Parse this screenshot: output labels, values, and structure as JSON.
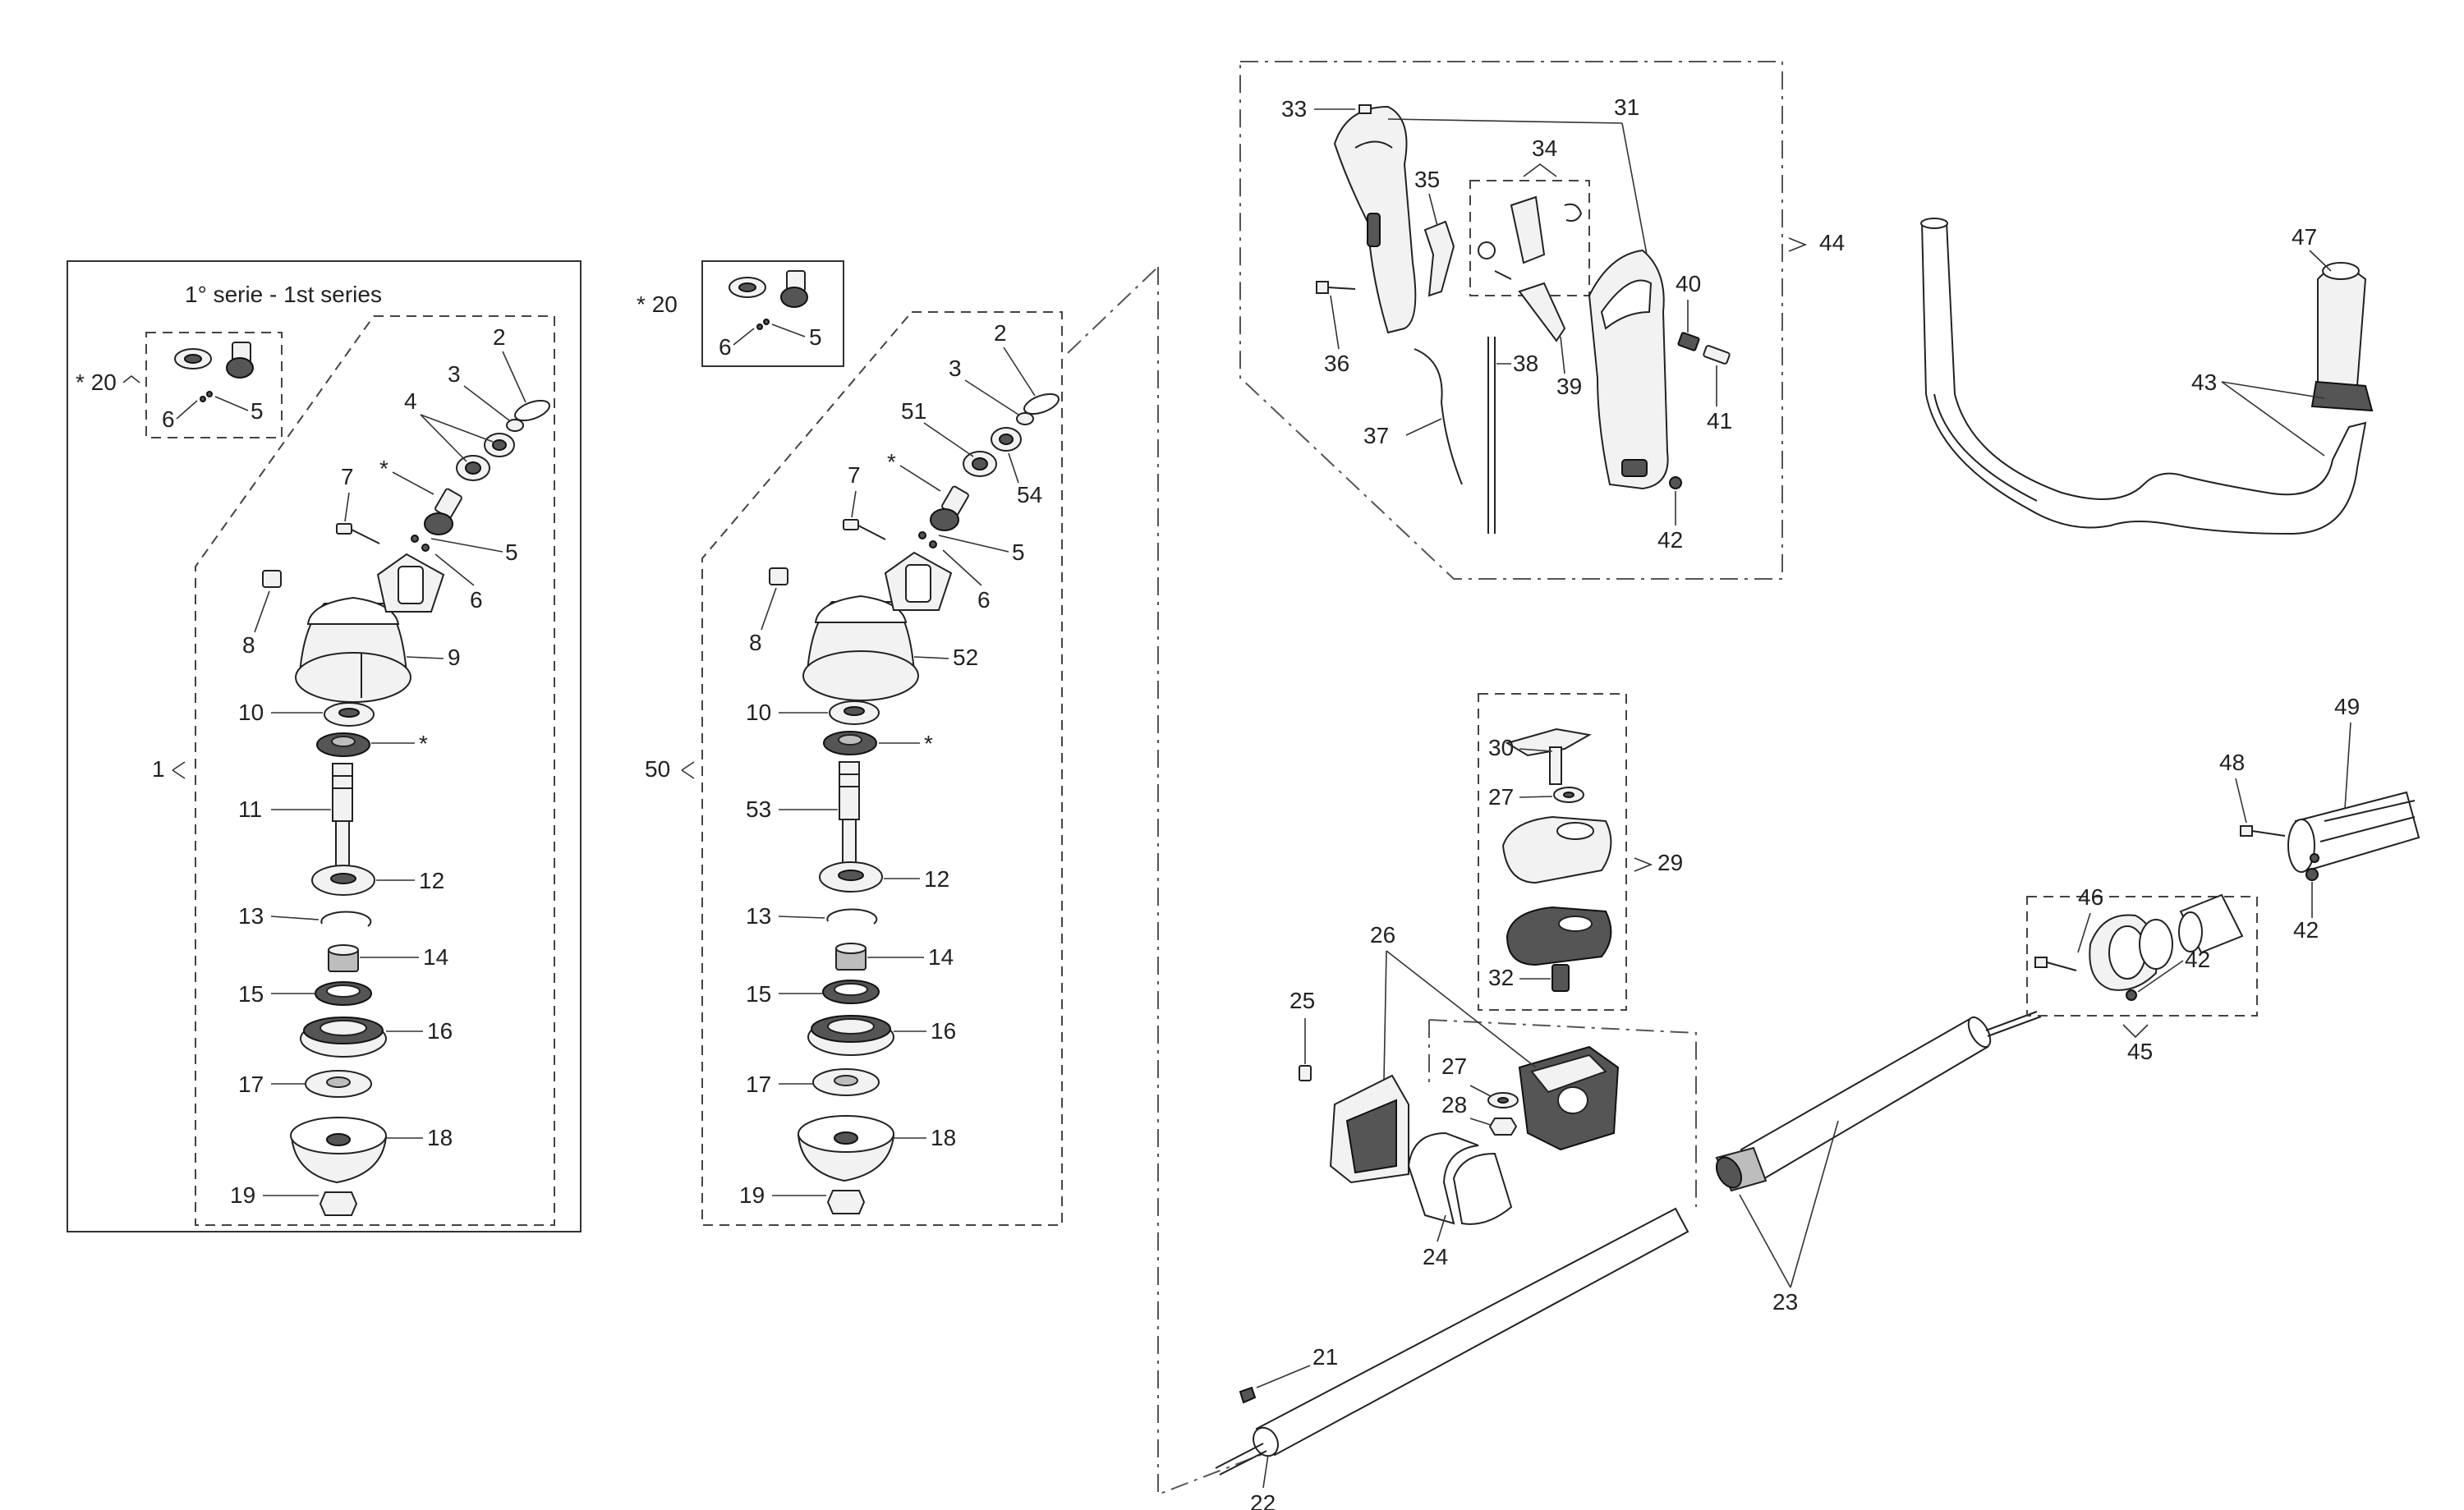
{
  "section_title": "1° serie - 1st series",
  "asterisk": "*",
  "labels": {
    "p1": "1",
    "p2": "2",
    "p3": "3",
    "p4": "4",
    "p5": "5",
    "p6": "6",
    "p7": "7",
    "p8": "8",
    "p9": "9",
    "p10": "10",
    "p11": "11",
    "p12": "12",
    "p13": "13",
    "p14": "14",
    "p15": "15",
    "p16": "16",
    "p17": "17",
    "p18": "18",
    "p19": "19",
    "p20": "20",
    "p21": "21",
    "p22": "22",
    "p23": "23",
    "p24": "24",
    "p25": "25",
    "p26": "26",
    "p27": "27",
    "p28": "28",
    "p29": "29",
    "p30": "30",
    "p31": "31",
    "p32": "32",
    "p33": "33",
    "p34": "34",
    "p35": "35",
    "p36": "36",
    "p37": "37",
    "p38": "38",
    "p39": "39",
    "p40": "40",
    "p41": "41",
    "p42": "42",
    "p43": "43",
    "p44": "44",
    "p45": "45",
    "p46": "46",
    "p47": "47",
    "p48": "48",
    "p49": "49",
    "p50": "50",
    "p51": "51",
    "p52": "52",
    "p53": "53",
    "p54": "54"
  }
}
